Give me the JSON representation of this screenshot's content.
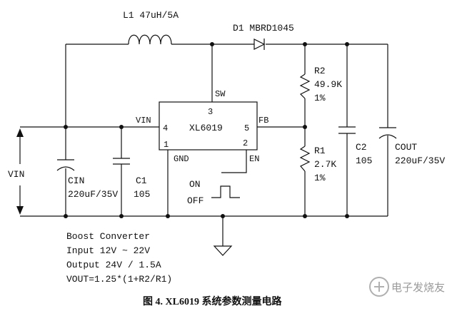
{
  "components": {
    "inductor": "L1 47uH/5A",
    "diode": "D1 MBRD1045",
    "r2": {
      "name": "R2",
      "value": "49.9K",
      "tol": "1%"
    },
    "r1": {
      "name": "R1",
      "value": "2.7K",
      "tol": "1%"
    },
    "c2": {
      "name": "C2",
      "value": "105"
    },
    "cout": {
      "name": "COUT",
      "value": "220uF/35V"
    },
    "cin": {
      "name": "CIN",
      "value": "220uF/35V"
    },
    "c1": {
      "name": "C1",
      "value": "105"
    }
  },
  "ic": {
    "name": "XL6019",
    "pin_sw": "SW",
    "pin_sw_num": "3",
    "pin_vin": "VIN",
    "pin_vin_num": "4",
    "pin_fb": "FB",
    "pin_fb_num": "5",
    "pin_gnd": "GND",
    "pin_gnd_num": "1",
    "pin_en": "EN",
    "pin_en_num": "2"
  },
  "input_label": "VIN",
  "enable": {
    "on": "ON",
    "off": "OFF"
  },
  "notes": [
    "Boost Converter",
    "Input 12V ~ 22V",
    "Output 24V / 1.5A",
    "VOUT=1.25*(1+R2/R1)"
  ],
  "caption": "图 4. XL6019 系统参数测量电路",
  "watermark": "电子发烧友"
}
